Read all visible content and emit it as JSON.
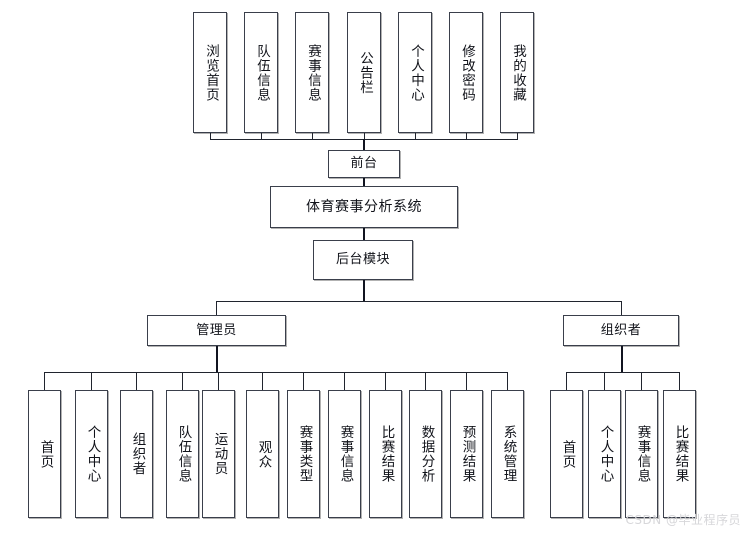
{
  "diagram": {
    "title": "体育赛事分析系统",
    "watermark": "CSDN @毕业程序员",
    "root": {
      "label": "体育赛事分析系统"
    },
    "frontend": {
      "label": "前台"
    },
    "backend": {
      "label": "后台模块"
    },
    "frontend_items": [
      {
        "label": "浏览首页"
      },
      {
        "label": "队伍信息"
      },
      {
        "label": "赛事信息"
      },
      {
        "label": "公告栏"
      },
      {
        "label": "个人中心"
      },
      {
        "label": "修改密码"
      },
      {
        "label": "我的收藏"
      }
    ],
    "roles": [
      {
        "label": "管理员"
      },
      {
        "label": "组织者"
      }
    ],
    "admin_items": [
      {
        "label": "首页"
      },
      {
        "label": "个人中心"
      },
      {
        "label": "组织者"
      },
      {
        "label": "队伍信息"
      },
      {
        "label": "运动员"
      },
      {
        "label": "观众"
      },
      {
        "label": "赛事类型"
      },
      {
        "label": "赛事信息"
      },
      {
        "label": "比赛结果"
      },
      {
        "label": "数据分析"
      },
      {
        "label": "预测结果"
      },
      {
        "label": "系统管理"
      }
    ],
    "organizer_items": [
      {
        "label": "首页"
      },
      {
        "label": "个人中心"
      },
      {
        "label": "赛事信息"
      },
      {
        "label": "比赛结果"
      }
    ],
    "colors": {
      "border": "#3a3f4b",
      "line": "#20242e",
      "background": "#ffffff",
      "watermark": "#d7d7da"
    }
  }
}
